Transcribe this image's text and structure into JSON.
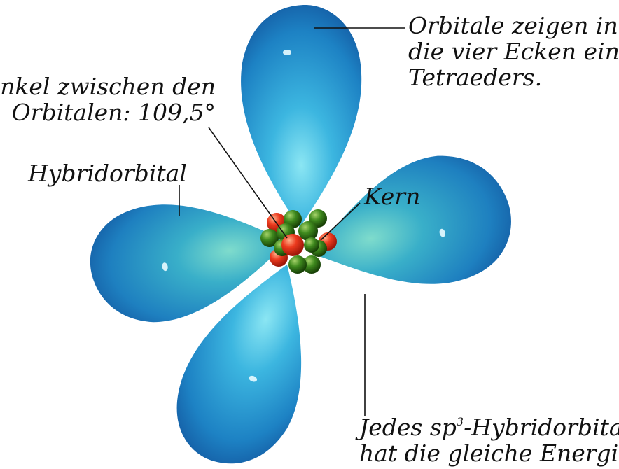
{
  "labels": {
    "orbitals_tetrahedron": [
      "Orbitale zeigen in",
      "die vier Ecken eines",
      "Tetraeders."
    ],
    "angle": [
      "Winkel zwischen den",
      "Orbitalen: 109,5°"
    ],
    "hybrid": "Hybridorbital",
    "nucleus": "Kern",
    "energy_line1_prefix": "Jedes sp",
    "energy_line1_sup": "3",
    "energy_line1_suffix": "-Hybridorbital",
    "energy_line2": "hat die gleiche Energie."
  },
  "colors": {
    "orbital_light": "#7fe0f0",
    "orbital_mid": "#2fa7d6",
    "orbital_dark": "#1769b0",
    "proton": "#e8321f",
    "neutron": "#3d7f1c",
    "leader": "#111111"
  }
}
